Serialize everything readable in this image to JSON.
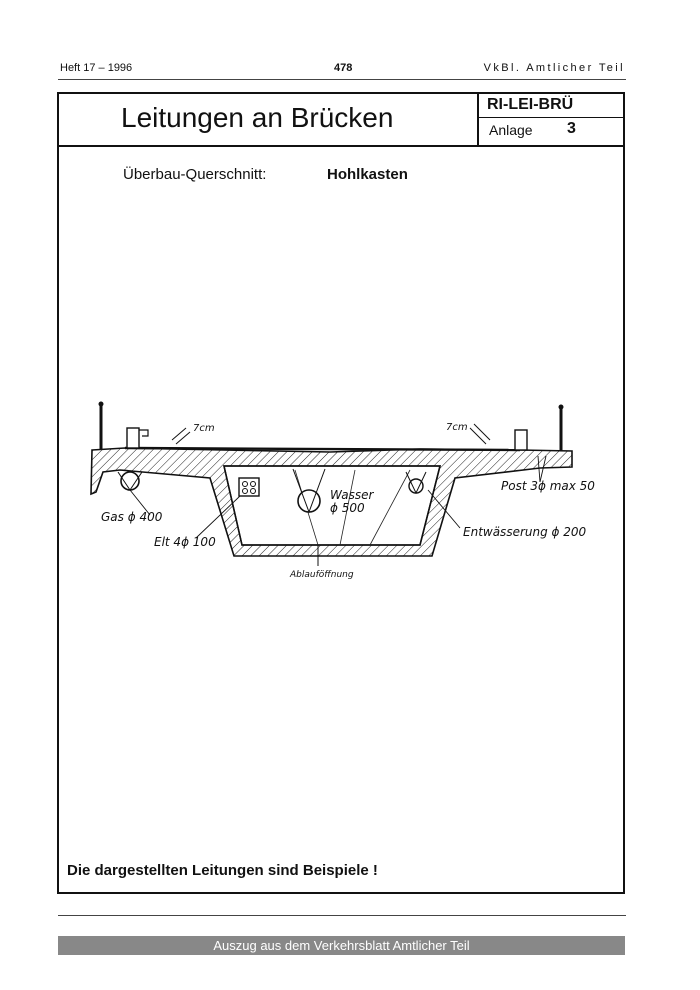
{
  "header": {
    "left": "Heft 17 – 1996",
    "page_number": "478",
    "right": "VkBl. Amtlicher Teil"
  },
  "document": {
    "title": "Leitungen an Brücken",
    "ref_code": "RI-LEI-BRÜ",
    "annex_label": "Anlage",
    "annex_number": "3",
    "section_label": "Überbau-Querschnitt:",
    "section_value": "Hohlkasten",
    "note": "Die dargestellten Leitungen sind Beispiele !"
  },
  "drawing": {
    "thickness_left": "7cm",
    "thickness_right": "7cm",
    "gas": "Gas ϕ 400",
    "elt": "Elt 4ϕ 100",
    "wasser_word": "Wasser",
    "wasser_size": "ϕ 500",
    "post": "Post 3ϕ max 50",
    "entwaesserung": "Entwässerung ϕ 200",
    "ablauf": "Ablauföffnung"
  },
  "footer": {
    "text": "Auszug aus dem Verkehrsblatt Amtlicher Teil"
  }
}
